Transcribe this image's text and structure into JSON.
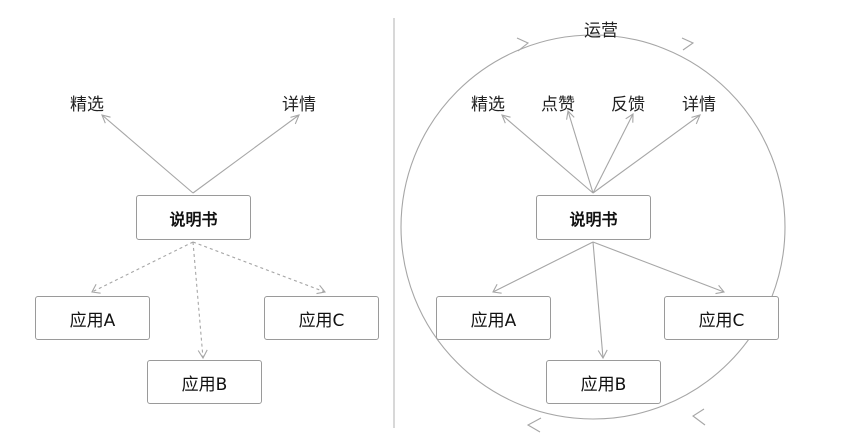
{
  "left": {
    "center_box": "说明书",
    "apps": {
      "a": "应用A",
      "b": "应用B",
      "c": "应用C"
    },
    "targets": {
      "select": "精选",
      "detail": "详情"
    }
  },
  "right": {
    "cycle_label": "运营",
    "center_box": "说明书",
    "apps": {
      "a": "应用A",
      "b": "应用B",
      "c": "应用C"
    },
    "targets": {
      "select": "精选",
      "like": "点赞",
      "feedback": "反馈",
      "detail": "详情"
    }
  }
}
